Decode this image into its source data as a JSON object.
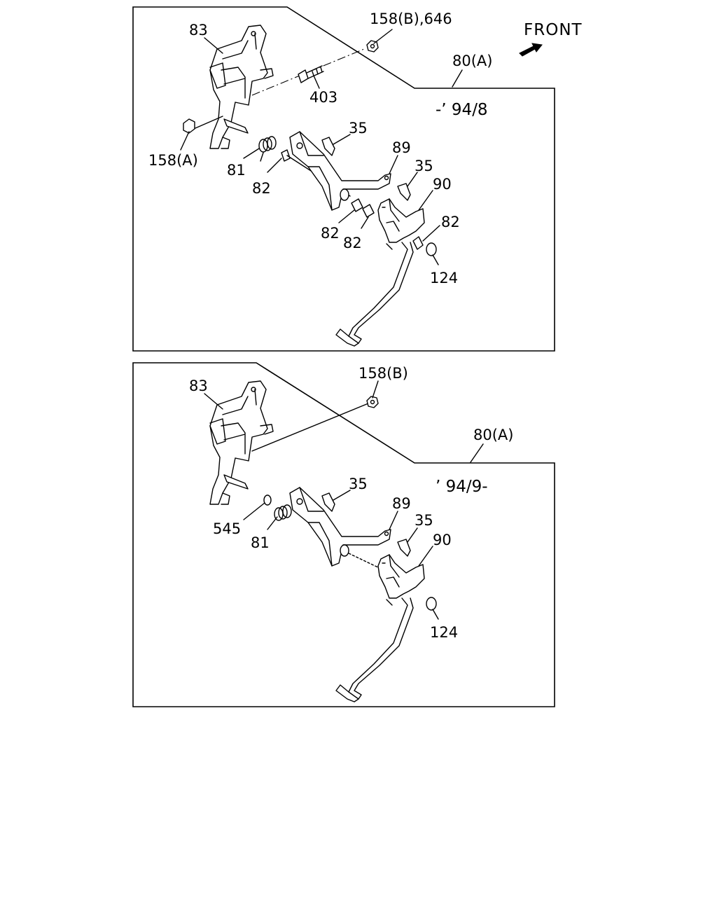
{
  "front_label": "FRONT",
  "panels": [
    {
      "date_range": "-’ 94/8",
      "callouts": {
        "bracket": "83",
        "nut_top": "158(B),646",
        "assy": "80(A)",
        "bolt": "403",
        "clip_a": "35",
        "nut_left": "158(A)",
        "spring": "81",
        "bush_a": "82",
        "pedal_arm": "89",
        "clip_b": "35",
        "lever": "90",
        "bush_b": "82",
        "bush_c": "82",
        "bush_d": "82",
        "clip_end": "124"
      }
    },
    {
      "date_range": "’ 94/9-",
      "callouts": {
        "bracket": "83",
        "nut_top": "158(B)",
        "assy": "80(A)",
        "clip_a": "35",
        "washer": "545",
        "spring": "81",
        "pedal_arm": "89",
        "clip_b": "35",
        "lever": "90",
        "clip_end": "124"
      }
    }
  ]
}
